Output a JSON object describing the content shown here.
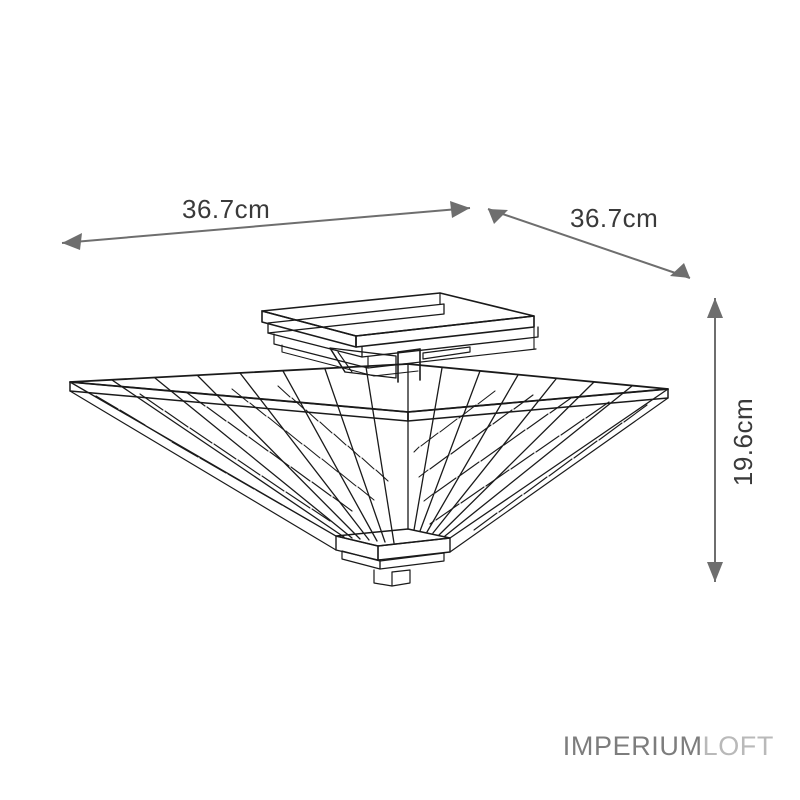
{
  "page": {
    "background_color": "#ffffff",
    "line_color": "#1a1a1a",
    "dimension_line_color": "#6e6e6e",
    "text_color": "#3a3a3a"
  },
  "product": {
    "type": "semi-flush ceiling light",
    "description": "Line drawing of an Art Deco style square semi-flush mount ceiling light with inverted pyramid glass shade"
  },
  "dimensions": {
    "width_label": "36.7cm",
    "depth_label": "36.7cm",
    "height_label": "19.6cm"
  },
  "brand": {
    "part1": "IMPERIUM",
    "part2": "LOFT",
    "color1": "#7d7d7d",
    "color2": "#b9b9b9"
  }
}
